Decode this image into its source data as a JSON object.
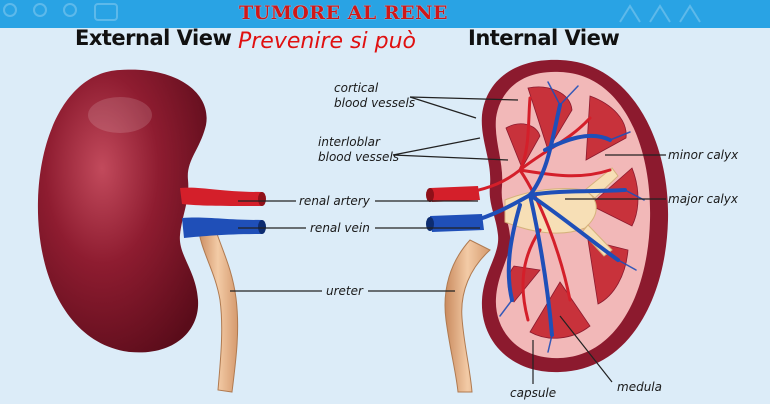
{
  "header": {
    "title": "TUMORE AL RENE",
    "subtitle": "Prevenire si può"
  },
  "views": {
    "external": "External View",
    "internal": "Internal View"
  },
  "labels": {
    "cortical_1": "cortical",
    "cortical_2": "blood vessels",
    "interlobar_1": "interloblar",
    "interlobar_2": "blood vessels",
    "minor_calyx": "minor calyx",
    "major_calyx": "major calyx",
    "renal_artery": "renal artery",
    "renal_vein": "renal vein",
    "ureter": "ureter",
    "capsule": "capsule",
    "medula": "medula"
  },
  "colors": {
    "topbar": "#29a3e4",
    "title": "#d01818",
    "kidney": "#8c1a2e",
    "artery": "#d41f2a",
    "vein": "#1f4fb8",
    "ureter": "#e8b58a",
    "background": "#dcecf8"
  }
}
